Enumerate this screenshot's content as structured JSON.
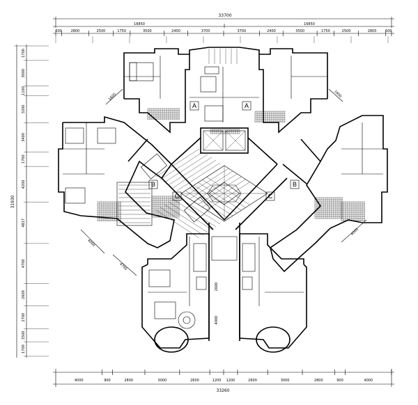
{
  "dimensions": {
    "top_total": "33700",
    "top_left_half": "16850",
    "top_right_half": "16850",
    "top_segments": [
      "600",
      "2800",
      "2500",
      "1750",
      "3500",
      "2400",
      "3700",
      "3700",
      "2400",
      "3500",
      "1750",
      "2500",
      "2800",
      "600"
    ],
    "bottom_total": "33260",
    "bottom_segments": [
      "4000",
      "900",
      "2800",
      "3000",
      "2600",
      "1200",
      "1200",
      "2600",
      "3000",
      "2800",
      "900",
      "4000"
    ],
    "left_total": "31930",
    "left_segments": [
      "1700",
      "3000",
      "1100",
      "3200",
      "3400",
      "1700",
      "4200",
      "4817",
      "4700",
      "2600",
      "2700",
      "1500",
      "1700"
    ],
    "diag_labels": [
      "1600",
      "1600",
      "4000",
      "4700",
      "4000",
      "2600",
      "4000"
    ]
  },
  "unit_tags": [
    "A",
    "A",
    "B",
    "B",
    "C",
    "C"
  ]
}
